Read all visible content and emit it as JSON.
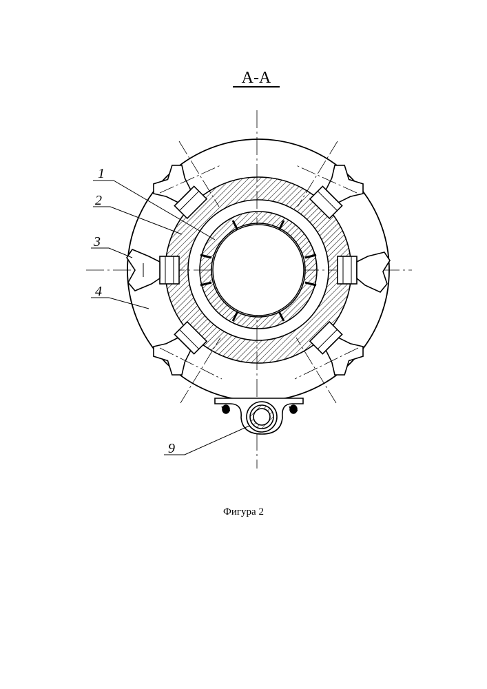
{
  "section_title": "А-А",
  "callouts": {
    "label_1": "1",
    "label_2": "2",
    "label_3": "3",
    "label_4": "4",
    "label_9": "9"
  },
  "figure_caption": "Фигура 2"
}
